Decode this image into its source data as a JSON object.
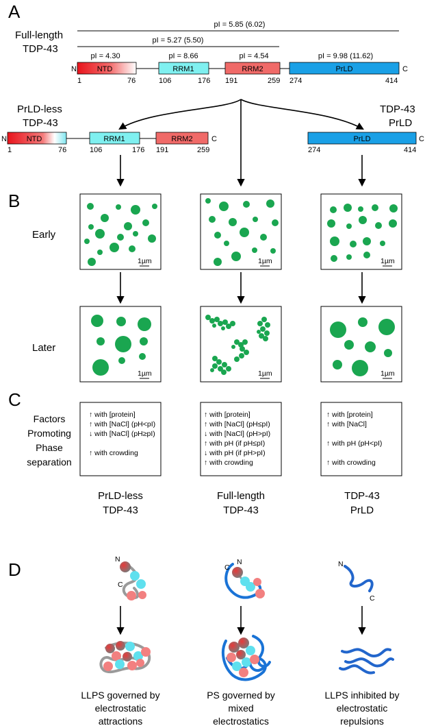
{
  "panels": {
    "a": "A",
    "b": "B",
    "c": "C",
    "d": "D"
  },
  "full_length": {
    "label_line1": "Full-length",
    "label_line2": "TDP-43",
    "pi_total": "pI = 5.85 (6.02)",
    "pi_n_to_rrm2": "pI = 5.27 (5.50)",
    "n_term": "N",
    "c_term": "C",
    "domains": [
      {
        "name": "NTD",
        "pi": "pI = 4.30",
        "start": "1",
        "end": "76"
      },
      {
        "name": "RRM1",
        "pi": "pI = 8.66",
        "start": "106",
        "end": "176"
      },
      {
        "name": "RRM2",
        "pi": "pI = 4.54",
        "start": "191",
        "end": "259"
      },
      {
        "name": "PrLD",
        "pi": "pI = 9.98 (11.62)",
        "start": "274",
        "end": "414"
      }
    ]
  },
  "prld_less": {
    "label_line1": "PrLD-less",
    "label_line2": "TDP-43",
    "n_term": "N",
    "c_term": "C",
    "domains": [
      {
        "name": "NTD",
        "start": "1",
        "end": "76"
      },
      {
        "name": "RRM1",
        "start": "106",
        "end": "176"
      },
      {
        "name": "RRM2",
        "start": "191",
        "end": "259"
      }
    ]
  },
  "prld_only": {
    "label_line1": "TDP-43",
    "label_line2": "PrLD",
    "c_term": "C",
    "domain": {
      "name": "PrLD",
      "start": "274",
      "end": "414"
    }
  },
  "stages": {
    "early": "Early",
    "later": "Later"
  },
  "scale_bar": "1µm",
  "factors_label": [
    "Factors",
    "Promoting",
    "Phase",
    "separation"
  ],
  "factors": {
    "prld_less": [
      "↑ with [protein]",
      "↑ with [NaCl] (pH<pI)",
      "↓ with [NaCl] (pH≥pI)",
      "",
      "↑ with crowding"
    ],
    "full_length": [
      "↑ with [protein]",
      "↑ with [NaCl] (pH≤pI)",
      "↓ with [NaCl] (pH>pI)",
      "↑ with pH (if pH≤pI)",
      "↓ with pH (if pH>pI)",
      "↑ with crowding"
    ],
    "prld": [
      "↑ with [protein]",
      "↑ with [NaCl]",
      "",
      "↑ with pH (pH<pI)",
      "",
      "↑ with crowding"
    ]
  },
  "column_titles": {
    "prld_less": [
      "PrLD-less",
      "TDP-43"
    ],
    "full_length": [
      "Full-length",
      "TDP-43"
    ],
    "prld": [
      "TDP-43",
      "PrLD"
    ]
  },
  "mechanisms": {
    "prld_less": [
      "LLPS governed by",
      "electrostatic",
      "attractions"
    ],
    "full_length": [
      "PS governed by",
      "mixed",
      "electrostatics"
    ],
    "prld": [
      "LLPS inhibited by",
      "electrostatic",
      "repulsions"
    ]
  },
  "chain_labels": {
    "n": "N",
    "c": "C"
  },
  "colors": {
    "ntd_red": "#e8141c",
    "rrm1_cyan": "#7ff0f0",
    "rrm2_salmon": "#f06a68",
    "prld_blue": "#1aa0e6",
    "droplet_green": "#1aa650",
    "strand_blue": "#2266cc",
    "strand_gray": "#9a9a9a",
    "bead_cyan": "#5fe0ee",
    "bead_salmon": "#f28080"
  }
}
